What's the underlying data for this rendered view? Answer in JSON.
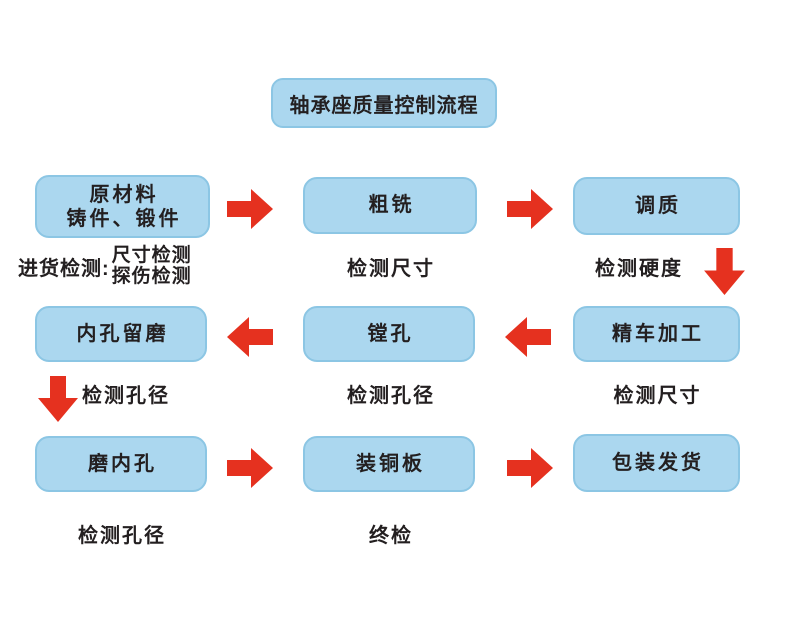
{
  "colors": {
    "background": "#ffffff",
    "box_fill": "#abd7ef",
    "box_border": "#8cc6e4",
    "arrow_red": "#e5311f",
    "text": "#231f20"
  },
  "title": "轴承座质量控制流程",
  "boxes": {
    "raw_material": {
      "line1": "原材料",
      "line2": "铸件、锻件"
    },
    "rough_milling": "粗铣",
    "tempering": "调质",
    "bore_allowance": "内孔留磨",
    "boring": "镗孔",
    "fine_turning": "精车加工",
    "grind_bore": "磨内孔",
    "copper_plate": "装铜板",
    "pack_ship": "包装发货"
  },
  "captions": {
    "incoming_label": "进货检测:",
    "incoming_item1": "尺寸检测",
    "incoming_item2": "探伤检测",
    "check_size_rough": "检测尺寸",
    "check_hardness": "检测硬度",
    "check_bore_allowance": "检测孔径",
    "check_bore_boring": "检测孔径",
    "check_size_turning": "检测尺寸",
    "check_bore_grind": "检测孔径",
    "final_check": "终检"
  }
}
